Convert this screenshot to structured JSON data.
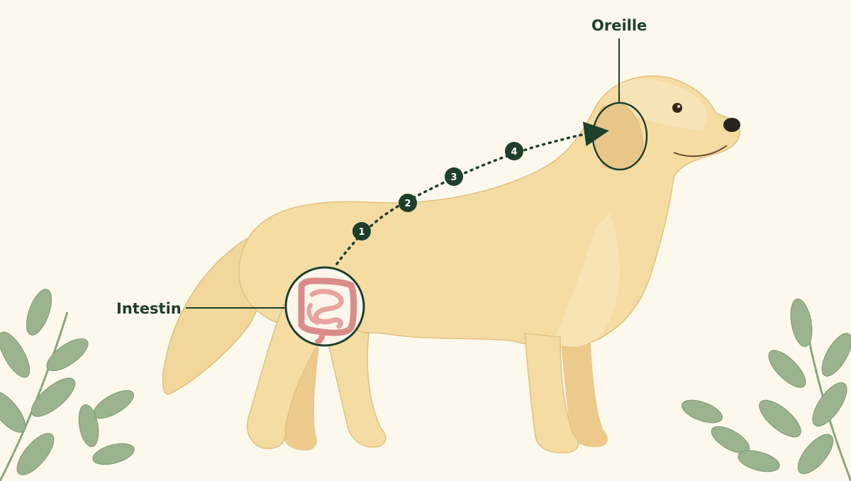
{
  "labels": {
    "ear": "Oreille",
    "intestine": "Intestin"
  },
  "path_steps": [
    "1",
    "2",
    "3",
    "4"
  ],
  "colors": {
    "background": "#fcf9ec",
    "accent_dark_green": "#1d3f2c",
    "dog_fur": "#f4dca3",
    "dog_fur_shadow": "#e8c98a",
    "intestine_pink": "#e9a3a0",
    "leaf_green": "#9bb38f"
  },
  "icons": {
    "subject": "golden-retriever-illustration",
    "organ": "intestine-illustration",
    "decor": "leafy-branch-icon"
  }
}
